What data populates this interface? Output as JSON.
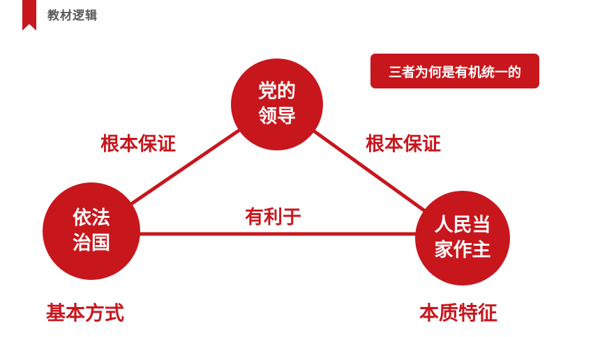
{
  "header": {
    "title": "教材逻辑"
  },
  "question": {
    "text": "三者为何是有机统一的"
  },
  "nodes": {
    "top": "党的\n领导",
    "left": "依法\n治国",
    "right": "人民当\n家作主"
  },
  "edges": {
    "top_left": "根本保证",
    "top_right": "根本保证",
    "bottom": "有利于"
  },
  "roles": {
    "left": "基本方式",
    "right": "本质特征"
  },
  "colors": {
    "accent": "#c8161d",
    "header_text": "#595959"
  }
}
